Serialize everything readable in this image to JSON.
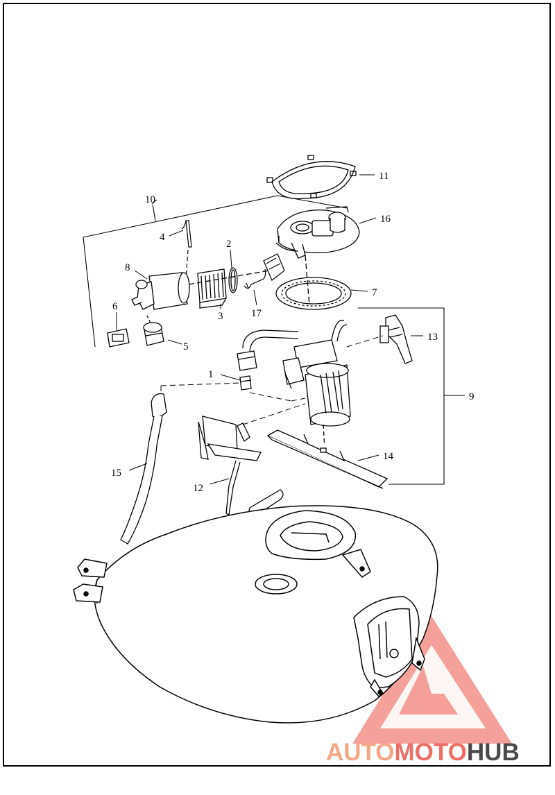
{
  "diagram": {
    "callouts": [
      {
        "id": "1",
        "label": "1"
      },
      {
        "id": "2",
        "label": "2"
      },
      {
        "id": "3",
        "label": "3"
      },
      {
        "id": "4",
        "label": "4"
      },
      {
        "id": "5",
        "label": "5"
      },
      {
        "id": "6",
        "label": "6"
      },
      {
        "id": "7",
        "label": "7"
      },
      {
        "id": "8",
        "label": "8"
      },
      {
        "id": "9",
        "label": "9"
      },
      {
        "id": "10",
        "label": "10"
      },
      {
        "id": "11",
        "label": "11"
      },
      {
        "id": "12",
        "label": "12"
      },
      {
        "id": "13",
        "label": "13"
      },
      {
        "id": "14",
        "label": "14"
      },
      {
        "id": "15",
        "label": "15"
      },
      {
        "id": "16",
        "label": "16"
      },
      {
        "id": "17",
        "label": "17"
      }
    ]
  },
  "watermark": {
    "part1": "AUTO",
    "part2": "MOTO",
    "part3": "HUB",
    "color_primary": "#f07870",
    "color_secondary": "#f4b090",
    "color_dark": "#4a4a4a"
  }
}
